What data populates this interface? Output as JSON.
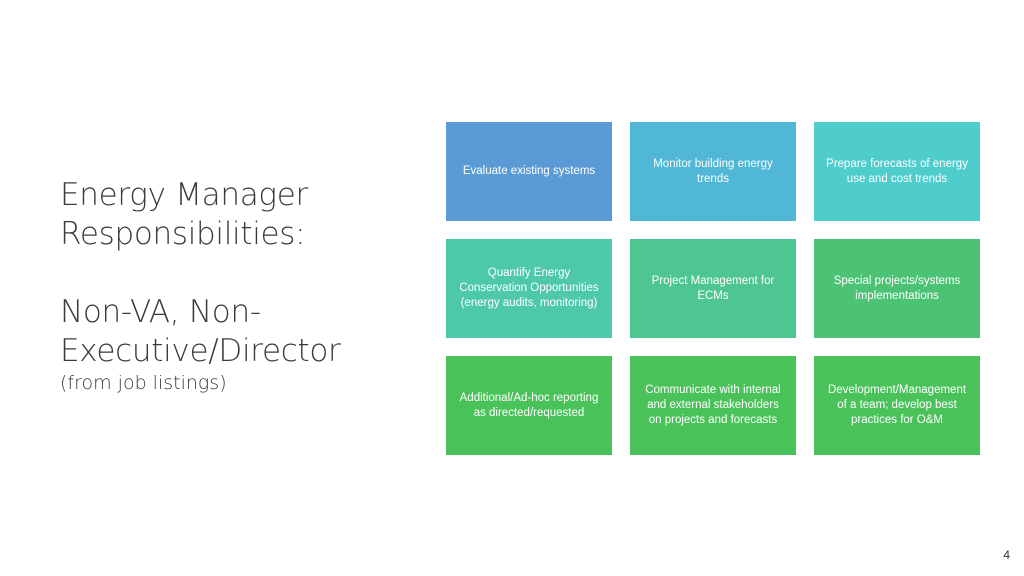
{
  "title": {
    "line1": "Energy Manager",
    "line2": "Responsibilities:",
    "line3": "Non-VA, Non-",
    "line4": "Executive/Director",
    "subtitle": "(from job listings)"
  },
  "tiles": [
    {
      "label": "Evaluate existing systems",
      "color": "#5b9bd5"
    },
    {
      "label": "Monitor building energy\ntrends",
      "color": "#50b7d6"
    },
    {
      "label": "Prepare forecasts of energy\nuse and cost trends",
      "color": "#4ecdcc"
    },
    {
      "label": "Quantify Energy\nConservation Opportunities\n(energy audits, monitoring)",
      "color": "#4ec8aa"
    },
    {
      "label": "Project Management for\nECMs",
      "color": "#4ec692"
    },
    {
      "label": "Special projects/systems\nimplementations",
      "color": "#4cc274"
    },
    {
      "label": "Additional/Ad-hoc reporting\nas directed/requested",
      "color": "#4ac25a"
    },
    {
      "label": "Communicate with internal\nand external stakeholders\non projects and forecasts",
      "color": "#4ac25a"
    },
    {
      "label": "Development/Management\nof a team; develop best\npractices for O&M",
      "color": "#4ac25a"
    }
  ],
  "page_number": "4"
}
